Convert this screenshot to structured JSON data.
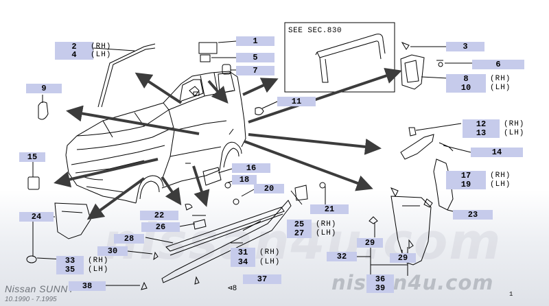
{
  "reference": {
    "see_section": "SEE SEC.830"
  },
  "footer": {
    "model": "Nissan SUNNY",
    "dates": "10.1990  -  7.1995",
    "brand": "nissan4u.com",
    "watermark": "nissan4u.com",
    "page_mark": "1"
  },
  "clip_glyph": "⊲8",
  "parts": [
    {
      "id": "p1",
      "num": "1"
    },
    {
      "id": "p2",
      "num": "2",
      "side": "(RH)"
    },
    {
      "id": "p3",
      "num": "3"
    },
    {
      "id": "p4",
      "num": "4",
      "side": "(LH)"
    },
    {
      "id": "p5",
      "num": "5"
    },
    {
      "id": "p6",
      "num": "6"
    },
    {
      "id": "p7",
      "num": "7"
    },
    {
      "id": "p8",
      "num": "8",
      "side": "(RH)"
    },
    {
      "id": "p9",
      "num": "9"
    },
    {
      "id": "p10",
      "num": "10",
      "side": "(LH)"
    },
    {
      "id": "p11",
      "num": "11"
    },
    {
      "id": "p12",
      "num": "12",
      "side": "(RH)"
    },
    {
      "id": "p13",
      "num": "13",
      "side": "(LH)"
    },
    {
      "id": "p14",
      "num": "14"
    },
    {
      "id": "p15",
      "num": "15"
    },
    {
      "id": "p16",
      "num": "16"
    },
    {
      "id": "p17",
      "num": "17",
      "side": "(RH)"
    },
    {
      "id": "p18",
      "num": "18"
    },
    {
      "id": "p19",
      "num": "19",
      "side": "(LH)"
    },
    {
      "id": "p20",
      "num": "20"
    },
    {
      "id": "p21",
      "num": "21"
    },
    {
      "id": "p22",
      "num": "22"
    },
    {
      "id": "p23",
      "num": "23"
    },
    {
      "id": "p24",
      "num": "24"
    },
    {
      "id": "p25",
      "num": "25",
      "side": "(RH)"
    },
    {
      "id": "p26",
      "num": "26"
    },
    {
      "id": "p27",
      "num": "27",
      "side": "(LH)"
    },
    {
      "id": "p28",
      "num": "28"
    },
    {
      "id": "p29a",
      "num": "29"
    },
    {
      "id": "p29b",
      "num": "29"
    },
    {
      "id": "p30",
      "num": "30"
    },
    {
      "id": "p31",
      "num": "31",
      "side": "(RH)"
    },
    {
      "id": "p32",
      "num": "32"
    },
    {
      "id": "p33",
      "num": "33",
      "side": "(RH)"
    },
    {
      "id": "p34",
      "num": "34",
      "side": "(LH)"
    },
    {
      "id": "p35",
      "num": "35",
      "side": "(LH)"
    },
    {
      "id": "p36",
      "num": "36"
    },
    {
      "id": "p37",
      "num": "37"
    },
    {
      "id": "p38",
      "num": "38"
    },
    {
      "id": "p39",
      "num": "39"
    }
  ]
}
